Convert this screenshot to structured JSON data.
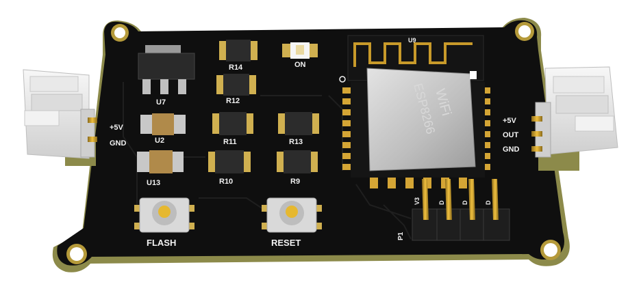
{
  "board": {
    "labels": {
      "u9": "U9",
      "u7": "U7",
      "u2": "U2",
      "u13": "U13",
      "r14": "R14",
      "r12": "R12",
      "r11": "R11",
      "r13": "R13",
      "r10": "R10",
      "r9": "R9",
      "led_on": "ON",
      "btn_flash": "FLASH",
      "btn_reset": "RESET",
      "left_plus5v": "+5V",
      "left_gnd": "GND",
      "right_plus5v": "+5V",
      "right_out": "OUT",
      "right_gnd": "GND",
      "p1": "P1",
      "pin_v3": "V3",
      "pin_d1": "D",
      "pin_d2": "D",
      "pin_d3": "D"
    },
    "module": {
      "wifi": "WiFi",
      "chip": "ESP8266"
    }
  }
}
